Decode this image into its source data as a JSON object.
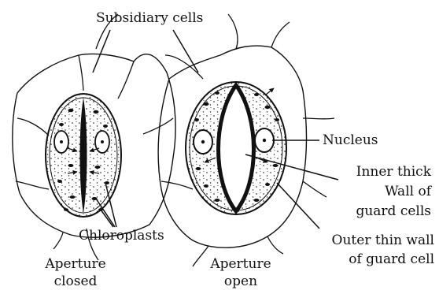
{
  "labels": {
    "subsidiary": "Subsidiary cells",
    "nucleus": "Nucleus",
    "inner_wall_1": "Inner thick",
    "inner_wall_2": "Wall of",
    "inner_wall_3": "guard cells",
    "outer_wall_1": "Outer thin wall",
    "outer_wall_2": "of guard cell",
    "chloroplasts": "Chloroplasts",
    "closed_1": "Aperture",
    "closed_2": "closed",
    "open_1": "Aperture",
    "open_2": "open"
  },
  "colors": {
    "ink": "#111111",
    "paper": "#ffffff"
  }
}
